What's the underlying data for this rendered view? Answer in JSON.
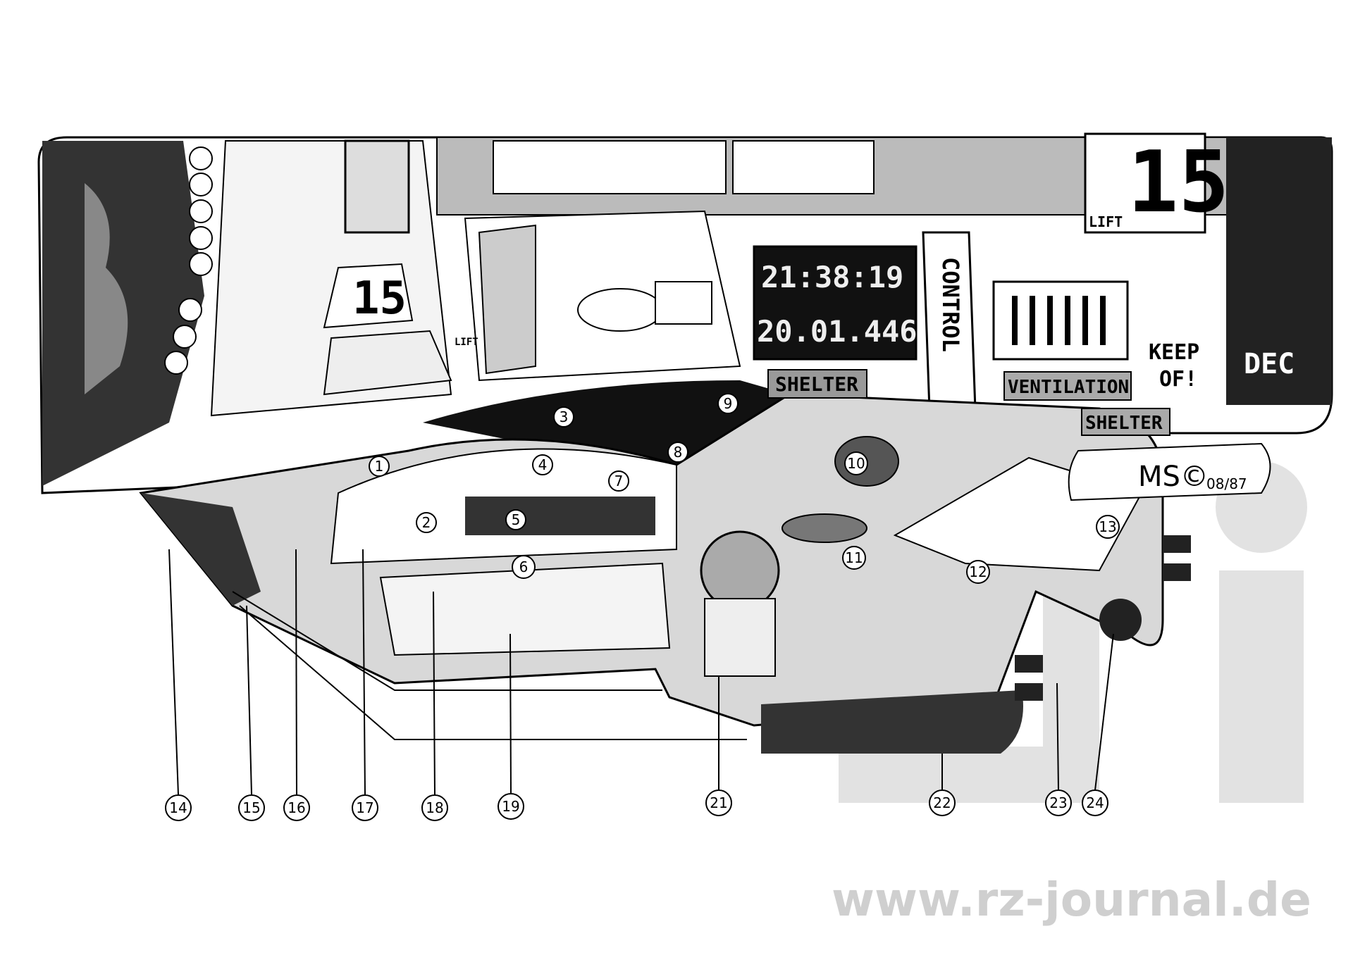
{
  "scene": {
    "clock_time": "21:38:19",
    "clock_date": "20.01.446",
    "signs": {
      "lift_left": "LIFT",
      "lift_right": "LIFT",
      "deck_number_left": "15",
      "deck_number_right": "15",
      "shelter_left": "SHELTER",
      "control": "CONTROL",
      "ventilation": "VENTILATION",
      "keep_off_1": "KEEP",
      "keep_off_2": "OF!",
      "shelter_right": "SHELTER",
      "deck": "DEC"
    },
    "signature": "MS©",
    "signature_date": "08/87"
  },
  "callouts": [
    "1",
    "2",
    "3",
    "4",
    "5",
    "6",
    "7",
    "8",
    "9",
    "10",
    "11",
    "12",
    "13"
  ],
  "bottom_callouts": [
    "14",
    "15",
    "16",
    "17",
    "18",
    "19",
    "21",
    "22",
    "23",
    "24"
  ],
  "watermark": "www.rz-journal.de"
}
